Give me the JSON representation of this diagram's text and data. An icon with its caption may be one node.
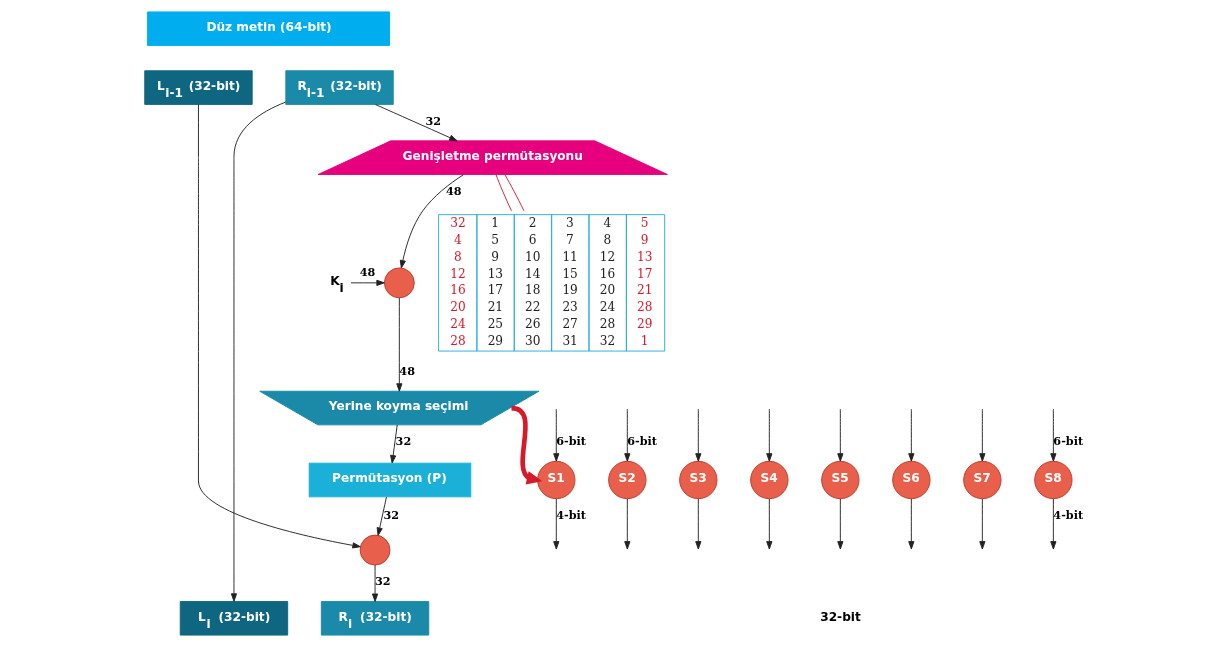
{
  "diagram": {
    "nodes": [
      {
        "text": [
          "Düz metin (64-bit)"
        ]
      },
      {
        "text": [
          "L$_{i-1}$ (32-bit)"
        ]
      },
      {
        "text": [
          "R$_{i-1}$ (32-bit)"
        ]
      },
      {
        "text": [
          "Genişletme permütasyonu"
        ]
      },
      {
        "text": [],
        "shape": "circle"
      },
      {
        "text": [
          "K$_{i}$"
        ]
      },
      {
        "text": [
          "Yerine koyma seçimi"
        ]
      },
      {
        "text": [
          "Permütasyon (P)"
        ]
      },
      {
        "text": [],
        "shape": "circle"
      },
      {
        "text": [
          "L$_{i}$ (32-bit)"
        ]
      },
      {
        "text": [
          "R$_{i}$ (32-bit)"
        ]
      },
      {
        "text": [
          "32",
          "1",
          "2",
          "3",
          "4",
          "5",
          "4",
          "5",
          "6",
          "7",
          "8",
          "9",
          "8",
          "9",
          "10",
          "11",
          "12",
          "13",
          "12",
          "13",
          "14",
          "15",
          "16",
          "17",
          "16",
          "17",
          "18",
          "19",
          "20",
          "21",
          "20",
          "21",
          "22",
          "23",
          "24",
          "28",
          "24",
          "25",
          "26",
          "27",
          "28",
          "29",
          "28",
          "29",
          "30",
          "31",
          "32",
          "1"
        ]
      },
      {
        "text": [
          "S1"
        ]
      },
      {
        "text": [
          "S2"
        ]
      },
      {
        "text": [
          "S3"
        ]
      },
      {
        "text": [
          "S4"
        ]
      },
      {
        "text": [
          "S5"
        ]
      },
      {
        "text": [
          "S6"
        ]
      },
      {
        "text": [
          "S7"
        ]
      },
      {
        "text": [
          "S8"
        ]
      }
    ],
    "edges": [
      {
        "from": 2,
        "to": 3,
        "arrow": "to",
        "label": "32"
      },
      {
        "from": 3,
        "to": 4,
        "arrow": "to",
        "label": "48"
      },
      {
        "from": 5,
        "to": 4,
        "arrow": "to",
        "label": "48"
      },
      {
        "from": 4,
        "to": 6,
        "arrow": "to",
        "label": "48"
      },
      {
        "from": 6,
        "to": 7,
        "arrow": "to",
        "label": "32"
      },
      {
        "from": 7,
        "to": 8,
        "arrow": "to",
        "label": "32"
      },
      {
        "from": 8,
        "to": 10,
        "arrow": "to",
        "label": "32"
      },
      {
        "from": 1,
        "to": 8,
        "arrow": "to"
      },
      {
        "from": 2,
        "to": 9,
        "arrow": "to"
      },
      {
        "from": 3,
        "to": 11,
        "arrow": "none",
        "color": "#d7192a"
      },
      {
        "from": 3,
        "to": 11,
        "arrow": "none",
        "color": "#d7192a"
      },
      {
        "from": 6,
        "to": 12,
        "arrow": "to",
        "style": "thick",
        "color": "#d7192a"
      },
      {
        "from": null,
        "to": 12,
        "arrow": "to",
        "label": "6-bit"
      },
      {
        "from": null,
        "to": 13,
        "arrow": "to",
        "label": "6-bit"
      },
      {
        "from": null,
        "to": 14,
        "arrow": "to"
      },
      {
        "from": null,
        "to": 15,
        "arrow": "to"
      },
      {
        "from": null,
        "to": 16,
        "arrow": "to"
      },
      {
        "from": null,
        "to": 17,
        "arrow": "to"
      },
      {
        "from": null,
        "to": 18,
        "arrow": "to"
      },
      {
        "from": null,
        "to": 19,
        "arrow": "to",
        "label": "6-bit"
      },
      {
        "from": 12,
        "to": null,
        "arrow": "to",
        "label": "4-bit"
      },
      {
        "from": 13,
        "to": null,
        "arrow": "to"
      },
      {
        "from": 14,
        "to": null,
        "arrow": "to"
      },
      {
        "from": 15,
        "to": null,
        "arrow": "to"
      },
      {
        "from": 16,
        "to": null,
        "arrow": "to"
      },
      {
        "from": 17,
        "to": null,
        "arrow": "to"
      },
      {
        "from": 18,
        "to": null,
        "arrow": "to"
      },
      {
        "from": 19,
        "to": null,
        "arrow": "to",
        "label": "4-bit"
      }
    ],
    "labels": [
      "32-bit"
    ]
  }
}
